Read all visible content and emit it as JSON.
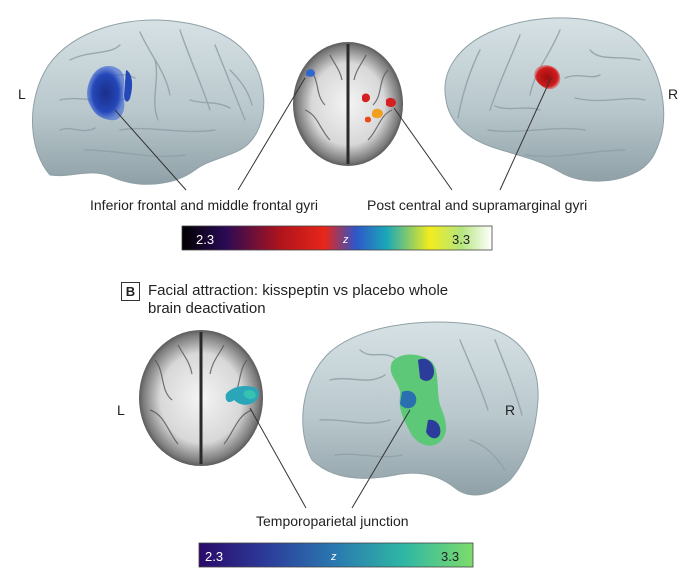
{
  "panel_a": {
    "left_hemisphere_label": "L",
    "right_hemisphere_label": "R",
    "annotation_left": "Inferior frontal and middle frontal gyri",
    "annotation_right": "Post central and supramarginal gyri",
    "colorbar": {
      "min_label": "2.3",
      "mid_label": "z",
      "max_label": "3.3"
    }
  },
  "panel_b": {
    "letter": "B",
    "title": "Facial attraction: kisspeptin vs placebo whole brain deactivation",
    "left_hemisphere_label": "L",
    "right_hemisphere_label": "R",
    "annotation": "Temporoparietal junction",
    "colorbar": {
      "min_label": "2.3",
      "mid_label": "z",
      "max_label": "3.3"
    }
  },
  "colors": {
    "brain_surface": "#b9c8cd",
    "activation_blue": "#1f3fa6",
    "activation_red": "#c41818",
    "deactivation_green": "#5cc878",
    "deactivation_teal": "#2aa6b8"
  }
}
